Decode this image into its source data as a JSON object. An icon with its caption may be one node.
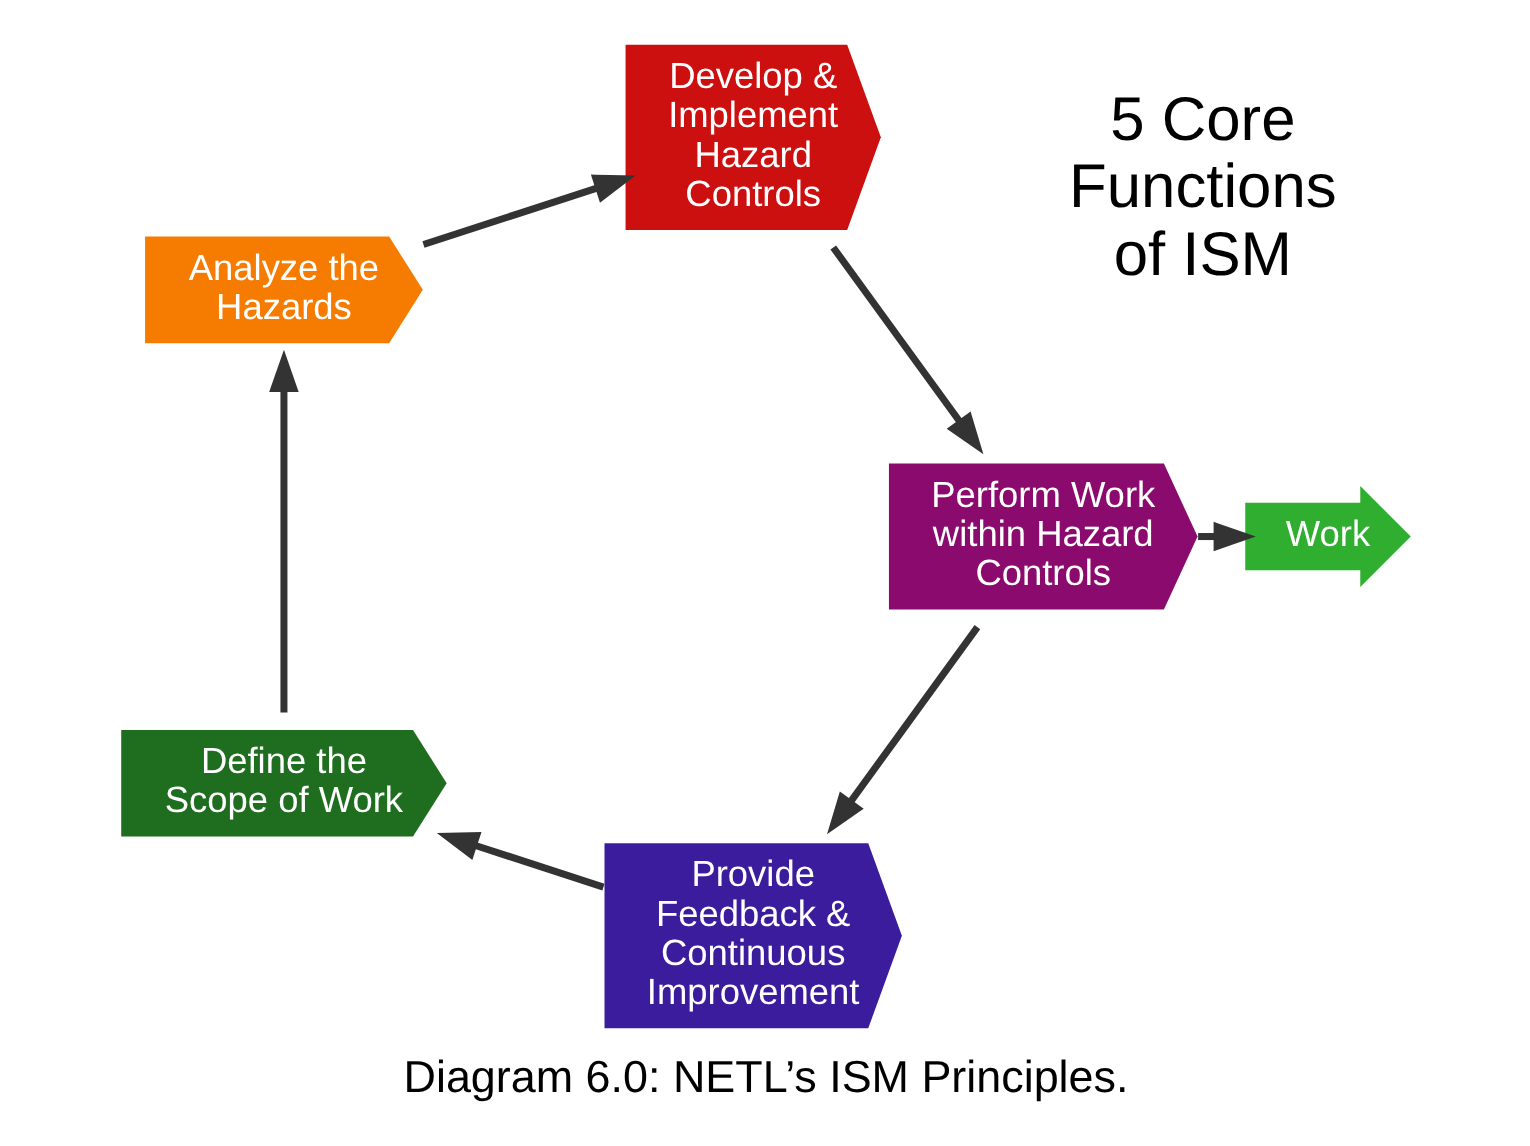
{
  "diagram": {
    "caption": "Diagram 6.0: NETL’s ISM Principles.",
    "nodes": [
      {
        "text": [
          "Define the Scope of Work"
        ]
      },
      {
        "text": [
          "Analyze the Hazards"
        ]
      },
      {
        "text": [
          "Develop & Implement Hazard Controls"
        ]
      },
      {
        "text": [
          "Perform Work within Hazard Controls"
        ]
      },
      {
        "text": [
          "Provide Feedback & Continuous Improvement"
        ]
      },
      {
        "text": [
          "Work"
        ]
      }
    ],
    "edges": [
      {
        "from": 0,
        "to": 1,
        "arrow": "to"
      },
      {
        "from": 1,
        "to": 2,
        "arrow": "to"
      },
      {
        "from": 2,
        "to": 3,
        "arrow": "to"
      },
      {
        "from": 3,
        "to": 4,
        "arrow": "to"
      },
      {
        "from": 4,
        "to": 0,
        "arrow": "to"
      },
      {
        "from": 3,
        "to": 5,
        "arrow": "to"
      }
    ],
    "labels": [
      "5 Core Functions of ISM"
    ]
  }
}
